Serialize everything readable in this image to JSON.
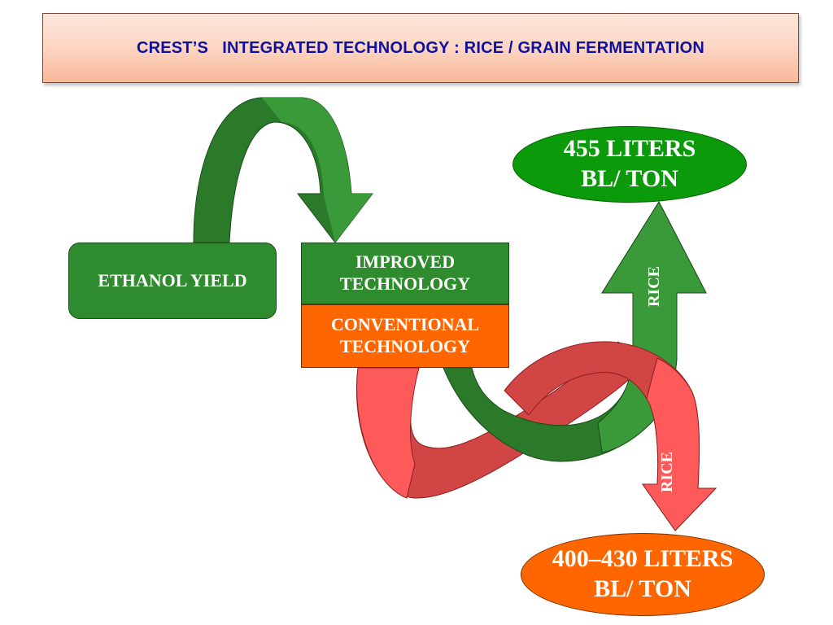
{
  "title": "CREST’S   INTEGRATED TECHNOLOGY : RICE / GRAIN FERMENTATION",
  "boxes": {
    "ethanol_yield": "ETHANOL YIELD",
    "improved": {
      "line1": "IMPROVED",
      "line2": "TECHNOLOGY"
    },
    "conventional": {
      "line1": "CONVENTIONAL",
      "line2": "TECHNOLOGY"
    }
  },
  "outcomes": {
    "improved": {
      "line1": "455 LITERS",
      "line2": "BL/ TON"
    },
    "conventional": {
      "line1": "400–430 LITERS",
      "line2": "BL/ TON"
    }
  },
  "arrow_labels": {
    "green": "RICE",
    "red": "RICE"
  },
  "colors": {
    "green": "#2e8b2e",
    "dark_green": "#2a7a2a",
    "red": "#ff5555",
    "dark_red": "#d24545",
    "orange": "#ff6600",
    "title_text": "#1010a0"
  }
}
